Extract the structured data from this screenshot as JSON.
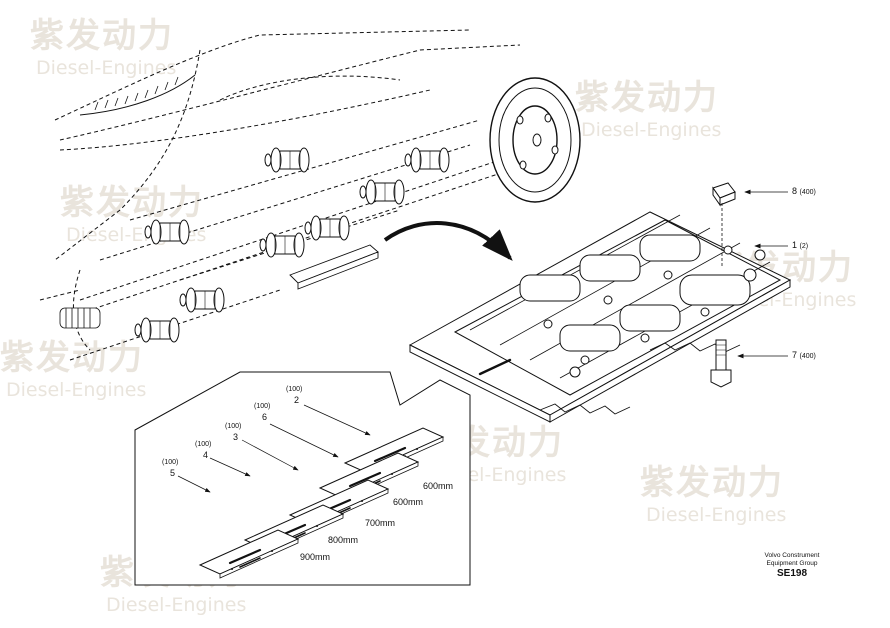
{
  "watermark": {
    "brand_cn": "紫发动力",
    "brand_en": "Diesel-Engines"
  },
  "callouts": [
    {
      "id": "8",
      "qty": "(400)"
    },
    {
      "id": "1",
      "qty": "(2)"
    },
    {
      "id": "7",
      "qty": "(400)"
    }
  ],
  "shoes": [
    {
      "id": "2",
      "qty": "(100)",
      "width": "600mm"
    },
    {
      "id": "6",
      "qty": "(100)",
      "width": "600mm"
    },
    {
      "id": "3",
      "qty": "(100)",
      "width": "700mm"
    },
    {
      "id": "4",
      "qty": "(100)",
      "width": "800mm"
    },
    {
      "id": "5",
      "qty": "(100)",
      "width": "900mm"
    }
  ],
  "footer": {
    "line1": "Volvo Construment",
    "line2": "Equipment Group",
    "code": "SE198"
  }
}
